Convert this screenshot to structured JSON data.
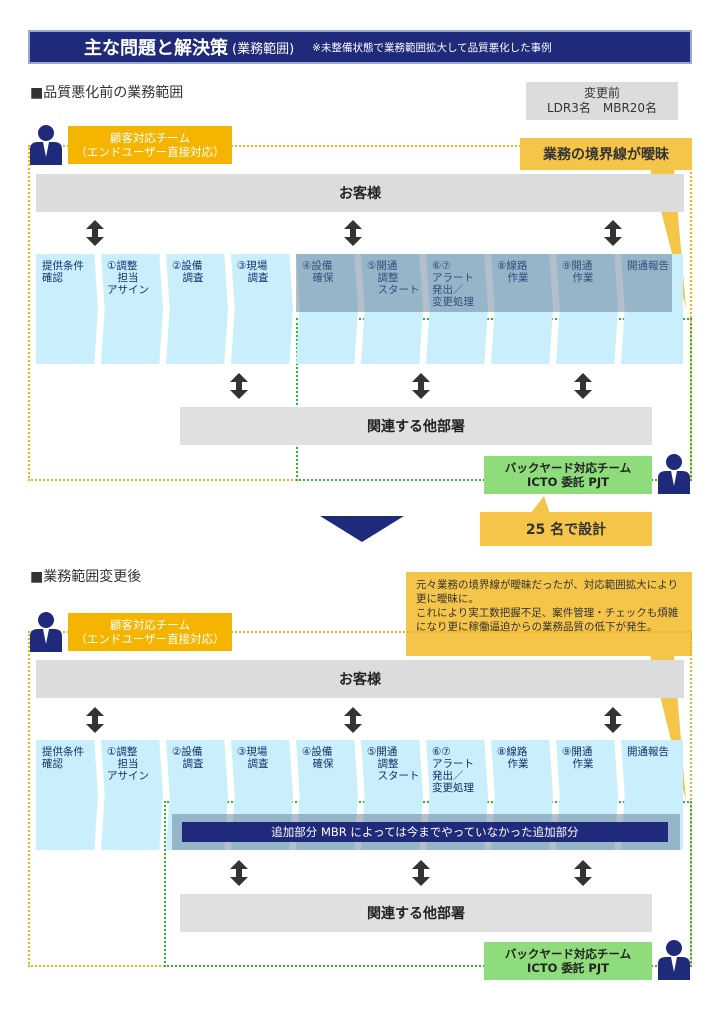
{
  "title": {
    "main": "主な問題と解決策",
    "sub": "(業務範囲)",
    "note": "※未整備状態で業務範囲拡大して品質悪化した事例"
  },
  "section_before": {
    "heading": "■品質悪化前の業務範囲",
    "staff_box": {
      "line1": "変更前",
      "line2": "LDR3名　MBR20名"
    },
    "team_customer": {
      "line1": "顧客対応チーム",
      "line2": "（エンドユーザー直接対応）"
    },
    "callout": "業務の境界線が曖昧",
    "customer_band": "お客様",
    "steps": [
      "提供条件\n確認",
      "①調整\n　担当\nアサイン",
      "②設備\n　調査",
      "③現場\n　調査",
      "④設備\n　確保",
      "⑤開通\n　調整\n　スタート",
      "⑥⑦\nアラート\n発出／\n変更処理",
      "⑧線路\n　作業",
      "⑨開通\n　作業",
      "開通報告"
    ],
    "dept_band": "関連する他部署",
    "team_backyard": {
      "line1": "バックヤード対応チーム",
      "line2": "ICTO 委託 PJT"
    },
    "design_note": "25 名で設計"
  },
  "section_after": {
    "heading": "■業務範囲変更後",
    "callout": "元々業務の境界線が曖昧だったが、対応範囲拡大により更に曖昧に。\nこれにより実工数把握不足、案件管理・チェックも煩雑になり更に稼働逼迫からの業務品質の低下が発生。",
    "team_customer": {
      "line1": "顧客対応チーム",
      "line2": "（エンドユーザー直接対応）"
    },
    "customer_band": "お客様",
    "steps": [
      "提供条件\n確認",
      "①調整\n　担当\nアサイン",
      "②設備\n　調査",
      "③現場\n　調査",
      "④設備\n　確保",
      "⑤開通\n　調整\n　スタート",
      "⑥⑦\nアラート\n発出／\n変更処理",
      "⑧線路\n　作業",
      "⑨開通\n　作業",
      "開通報告"
    ],
    "added_bar": "追加部分 MBR によっては今までやっていなかった追加部分",
    "dept_band": "関連する他部署",
    "team_backyard": {
      "line1": "バックヤード対応チーム",
      "line2": "ICTO 委託 PJT"
    }
  },
  "colors": {
    "navy": "#1f2a7a",
    "yellow": "#f5b400",
    "callout_yellow": "#f5c54a",
    "green": "#8fdc7c",
    "step_blue": "#c9eefc",
    "band_grey": "#dcdcdc"
  },
  "icons": [
    "person-icon",
    "double-arrow-icon",
    "down-triangle-icon"
  ]
}
